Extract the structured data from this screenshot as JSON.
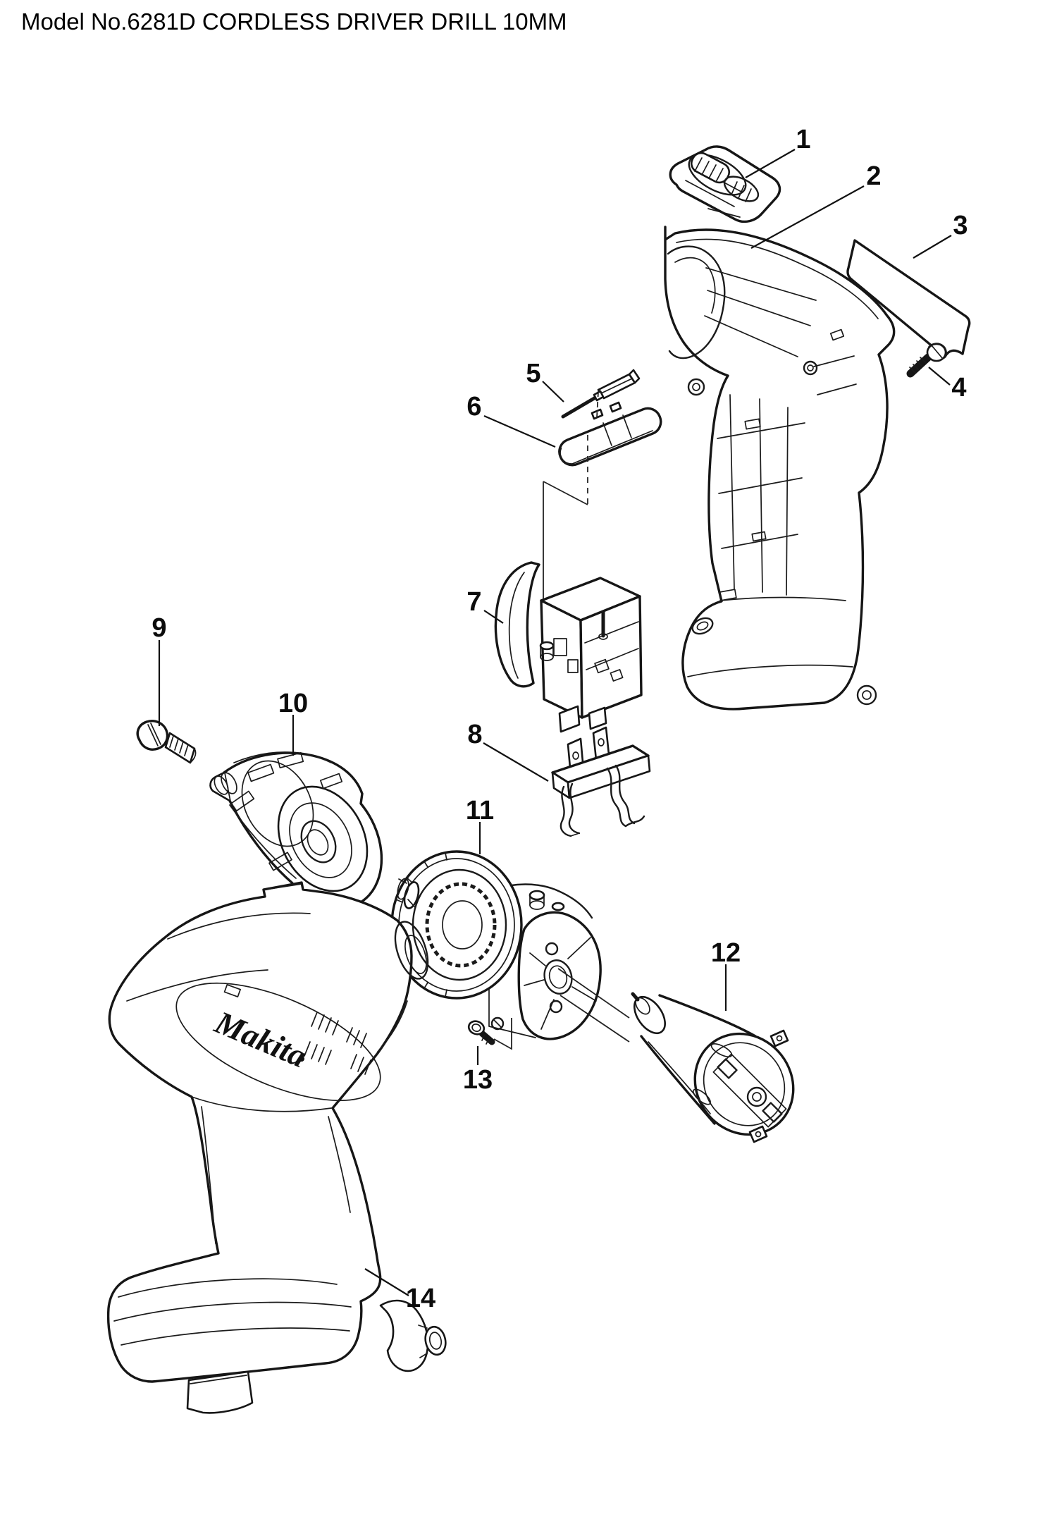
{
  "title": "Model No.6281D CORDLESS DRIVER DRILL 10MM",
  "brand": {
    "logo_text": "Makita"
  },
  "callouts": [
    {
      "number": "1"
    },
    {
      "number": "2"
    },
    {
      "number": "3"
    },
    {
      "number": "4"
    },
    {
      "number": "5"
    },
    {
      "number": "6"
    },
    {
      "number": "7"
    },
    {
      "number": "8"
    },
    {
      "number": "9"
    },
    {
      "number": "10"
    },
    {
      "number": "11"
    },
    {
      "number": "12"
    },
    {
      "number": "13"
    },
    {
      "number": "14"
    }
  ]
}
